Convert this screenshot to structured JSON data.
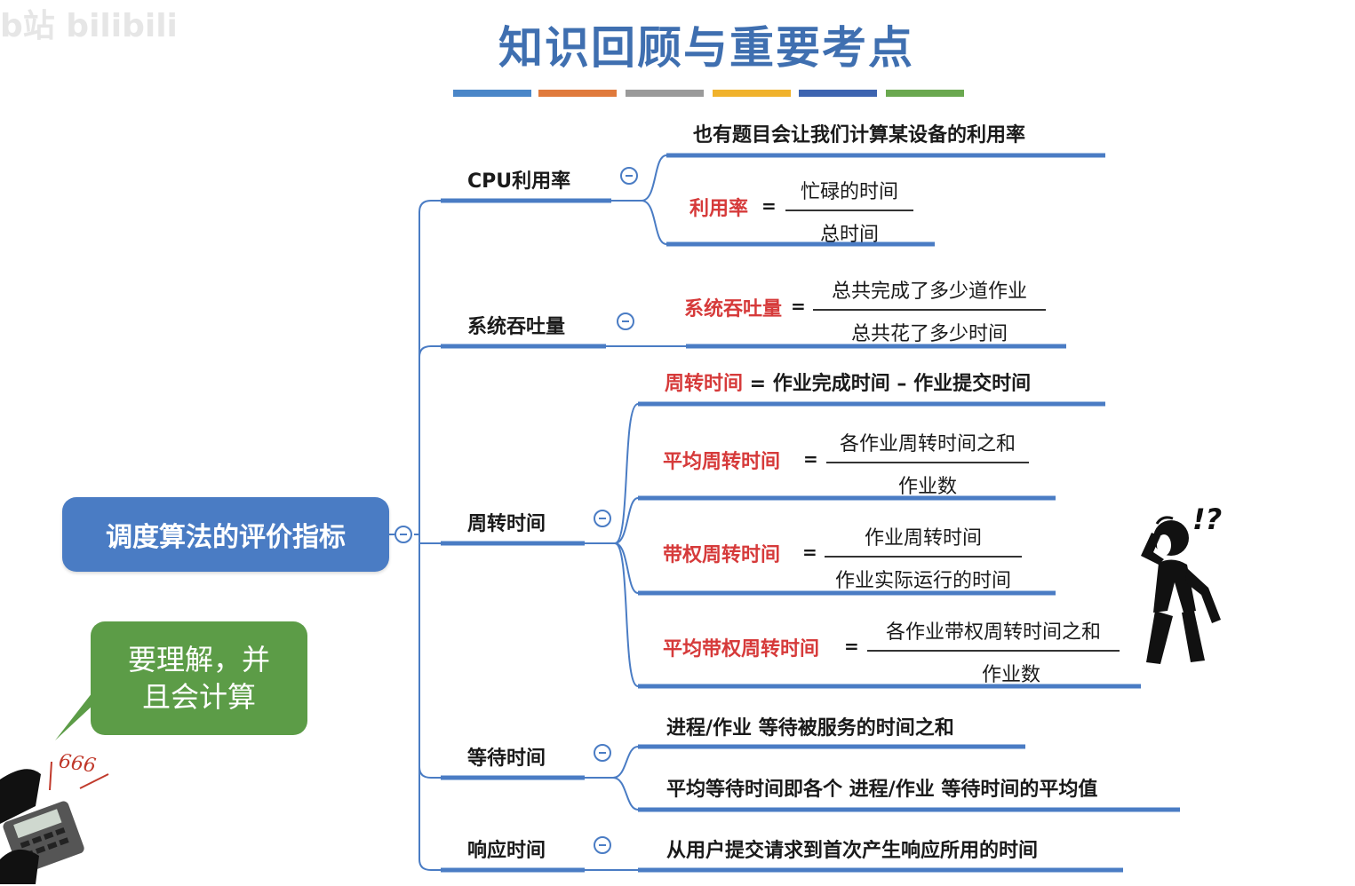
{
  "watermark": "b站 bilibili",
  "title": "知识回顾与重要考点",
  "stripe_colors": [
    "#4a86c8",
    "#e07a3c",
    "#9a9a9a",
    "#f0b22c",
    "#3d64b0",
    "#6aa84f"
  ],
  "root": {
    "label": "调度算法的评价指标"
  },
  "callout": {
    "text": "要理解，并\n且会计算",
    "color": "#5c9c47"
  },
  "stamp_text": "666",
  "exclaim": "!?",
  "branches": {
    "cpu": {
      "label": "CPU利用率",
      "note": "也有题目会让我们计算某设备的利用率",
      "formula": {
        "name": "利用率",
        "eq": "=",
        "num": "忙碌的时间",
        "den": "总时间"
      }
    },
    "throughput": {
      "label": "系统吞吐量",
      "formula": {
        "name": "系统吞吐量",
        "eq": "=",
        "num": "总共完成了多少道作业",
        "den": "总共花了多少时间"
      }
    },
    "turnaround": {
      "label": "周转时间",
      "def": {
        "name": "周转时间",
        "rest": " = 作业完成时间 – 作业提交时间"
      },
      "avg": {
        "name": "平均周转时间",
        "eq": "=",
        "num": "各作业周转时间之和",
        "den": "作业数"
      },
      "weighted": {
        "name": "带权周转时间",
        "eq": "=",
        "num": "作业周转时间",
        "den": "作业实际运行的时间"
      },
      "avg_weighted": {
        "name": "平均带权周转时间",
        "eq": "=",
        "num": "各作业带权周转时间之和",
        "den": "作业数"
      }
    },
    "waiting": {
      "label": "等待时间",
      "leaf1": "进程/作业 等待被服务的时间之和",
      "leaf2": "平均等待时间即各个 进程/作业 等待时间的平均值"
    },
    "response": {
      "label": "响应时间",
      "leaf": "从用户提交请求到首次产生响应所用的时间"
    }
  },
  "colors": {
    "accent": "#4a7cc4",
    "highlight": "#d63a3a",
    "title": "#3f6fb0"
  }
}
